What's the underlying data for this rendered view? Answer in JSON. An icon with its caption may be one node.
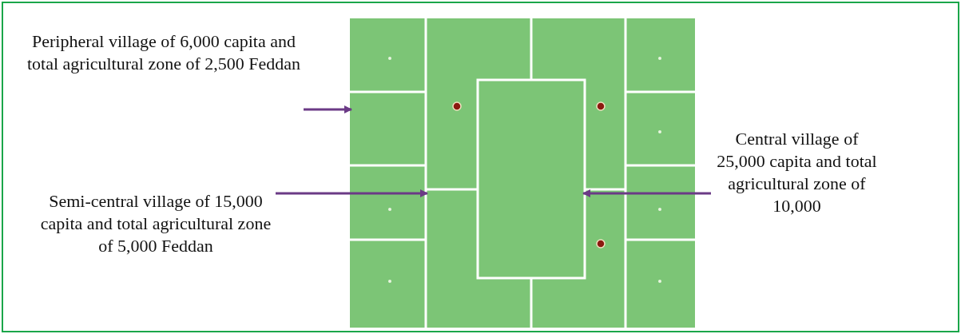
{
  "diagram": {
    "nodes": [
      {
        "text": [
          "Peripheral village of 6,000 capita and total agricultural zone of 2,500 Feddan"
        ]
      },
      {
        "text": [
          "Semi-central village of 15,000 capita and total agricultural zone of 5,000 Feddan"
        ]
      },
      {
        "text": [
          "Central village of 25,000 capita and total agricultural zone of 10,000"
        ]
      },
      {
        "text": [],
        "shape": "box"
      },
      {
        "text": [],
        "shape": "box"
      },
      {
        "text": [],
        "shape": "box"
      }
    ],
    "edges": [
      {
        "from": 0,
        "to": 3,
        "arrow": "to"
      },
      {
        "from": 1,
        "to": 4,
        "arrow": "to"
      },
      {
        "from": 2,
        "to": 5,
        "arrow": "to"
      }
    ]
  }
}
